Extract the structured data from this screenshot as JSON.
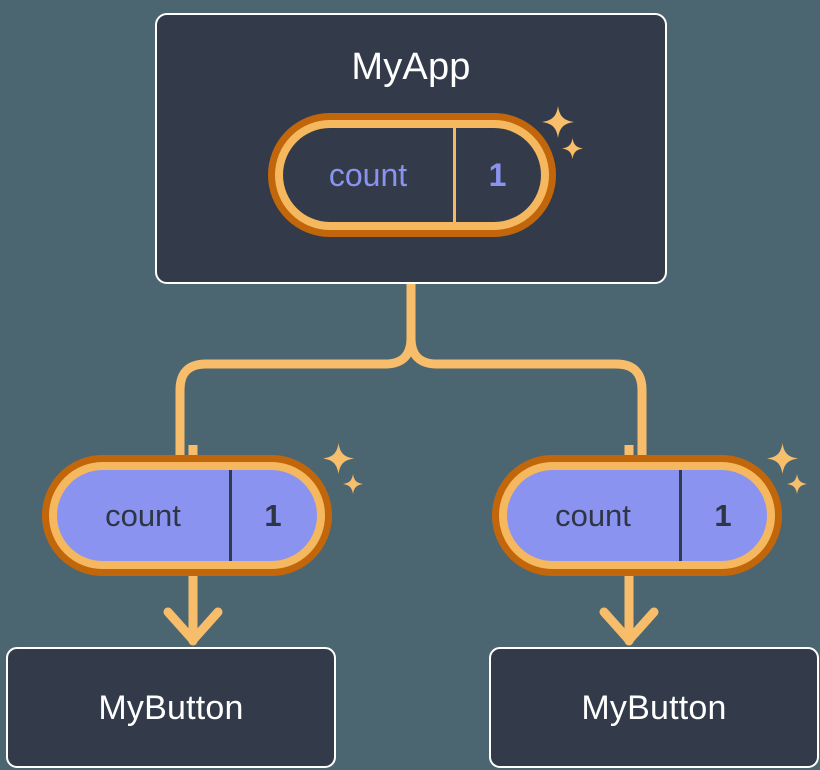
{
  "theme": {
    "background": "#4c6671",
    "card_fill": "#333b4a",
    "card_border": "#ffffff",
    "ring_outer": "#c2660b",
    "ring_inner": "#f5b85e",
    "signal_accent": "#8b93f0",
    "wire": "#f7bd6b",
    "sparkle": "#f7be6b",
    "text_light": "#ffffff",
    "text_dark": "#2e3646"
  },
  "diagram": {
    "type": "component-tree",
    "root": {
      "id": "myapp",
      "title": "MyApp",
      "signal": {
        "name": "count",
        "value": "1",
        "state": "unfilled"
      }
    },
    "signals": [
      {
        "id": "signal-left",
        "name": "count",
        "value": "1",
        "state": "filled"
      },
      {
        "id": "signal-right",
        "name": "count",
        "value": "1",
        "state": "filled"
      }
    ],
    "children": [
      {
        "id": "button-left",
        "title": "MyButton"
      },
      {
        "id": "button-right",
        "title": "MyButton"
      }
    ]
  },
  "icons": {
    "sparkle_large": "sparkle-icon",
    "sparkle_small": "sparkle-small-icon",
    "arrow_down": "arrow-down-icon"
  }
}
